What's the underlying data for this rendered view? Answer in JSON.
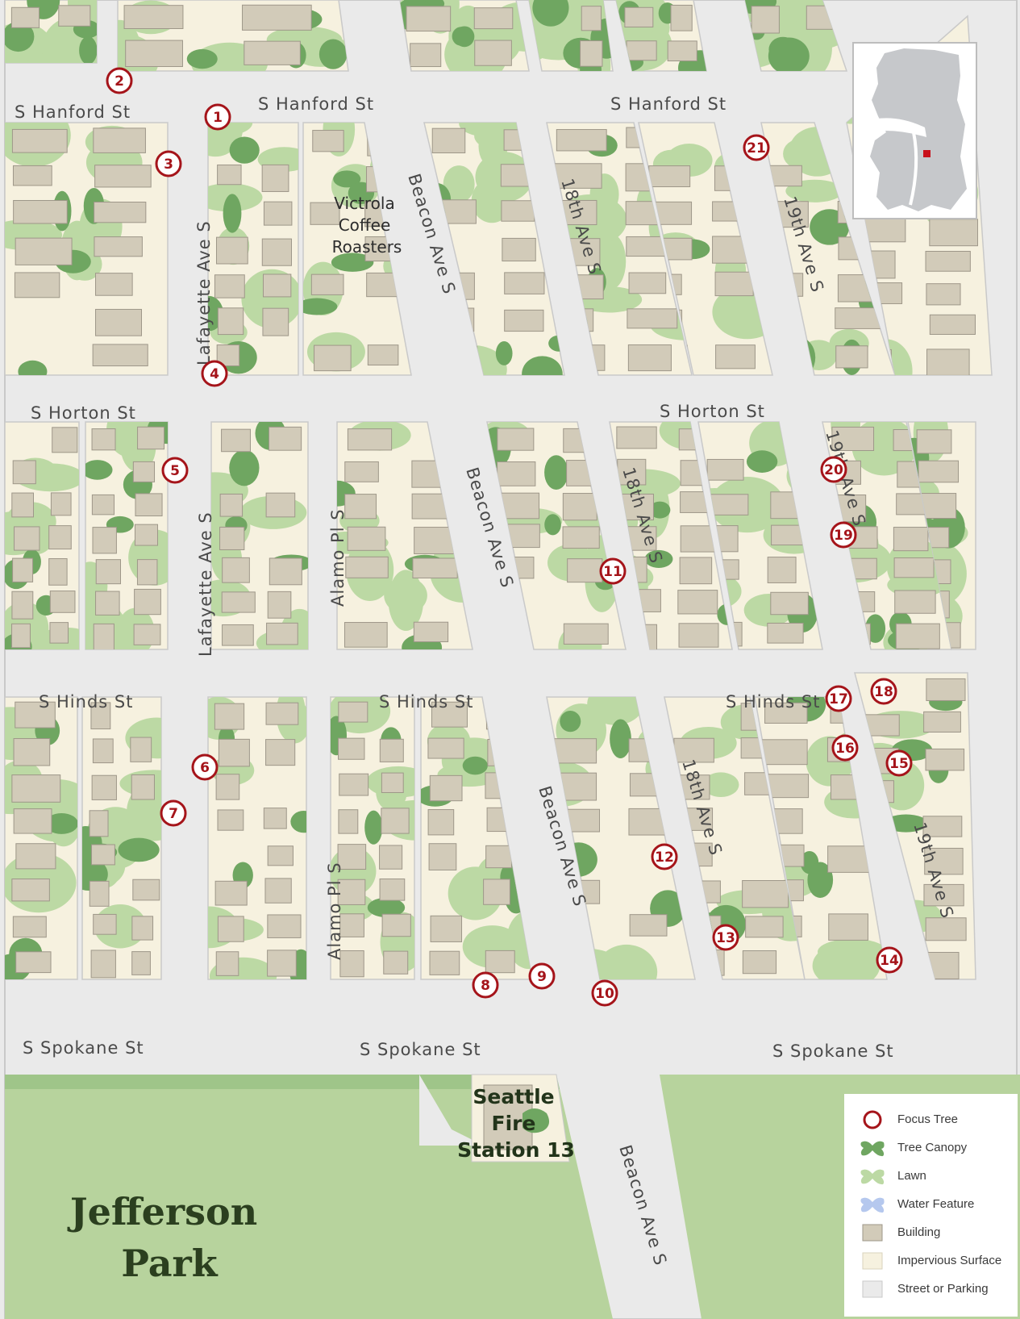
{
  "map": {
    "colors": {
      "street": "#eaeaea",
      "street_outline": "#c9c9c9",
      "impervious": "#f6f1df",
      "lawn": "#bcd9a4",
      "canopy": "#6fa661",
      "building": "#d2cbb9",
      "building_outline": "#9e9789",
      "park": "#b7d39d",
      "focus_tree": "#a5141a",
      "water": "#b5c8ee",
      "inset_land": "#c6c8cb",
      "inset_highlight": "#c8101a"
    },
    "streets": {
      "hanford_w": "S Hanford St",
      "hanford_c": "S Hanford St",
      "hanford_e": "S Hanford St",
      "horton_w": "S Horton St",
      "horton_e": "S Horton St",
      "hinds_w": "S Hinds St",
      "hinds_c": "S Hinds St",
      "hinds_e": "S Hinds St",
      "spokane_w": "S Spokane St",
      "spokane_c": "S Spokane St",
      "spokane_e": "S Spokane St",
      "lafayette_n": "Lafayette Ave S",
      "lafayette_s": "Lafayette Ave S",
      "alamo_n": "Alamo Pl S",
      "alamo_s": "Alamo Pl S",
      "beacon_1": "Beacon Ave S",
      "beacon_2": "Beacon Ave S",
      "beacon_3": "Beacon Ave S",
      "beacon_4": "Beacon Ave S",
      "ave18_1": "18th Ave S",
      "ave18_2": "18th Ave S",
      "ave18_3": "18th Ave S",
      "ave19_1": "19th Ave S",
      "ave19_2": "19th Ave S",
      "ave19_3": "19th Ave S"
    },
    "poi": {
      "victrola_1": "Victrola",
      "victrola_2": "Coffee",
      "victrola_3": "Roasters",
      "station_1": "Seattle",
      "station_2": "Fire",
      "station_3": "Station 13",
      "park_1": "Jefferson",
      "park_2": "Park"
    },
    "focus_trees": [
      "1",
      "2",
      "3",
      "4",
      "5",
      "6",
      "7",
      "8",
      "9",
      "10",
      "11",
      "12",
      "13",
      "14",
      "15",
      "16",
      "17",
      "18",
      "19",
      "20",
      "21"
    ]
  },
  "legend": {
    "items": [
      {
        "label": "Focus Tree",
        "icon": "focus-tree-icon"
      },
      {
        "label": "Tree Canopy",
        "icon": "tree-canopy-icon"
      },
      {
        "label": "Lawn",
        "icon": "lawn-icon"
      },
      {
        "label": "Water Feature",
        "icon": "water-feature-icon"
      },
      {
        "label": "Building",
        "icon": "building-icon"
      },
      {
        "label": "Impervious Surface",
        "icon": "impervious-surface-icon"
      },
      {
        "label": "Street or Parking",
        "icon": "street-parking-icon"
      }
    ]
  }
}
